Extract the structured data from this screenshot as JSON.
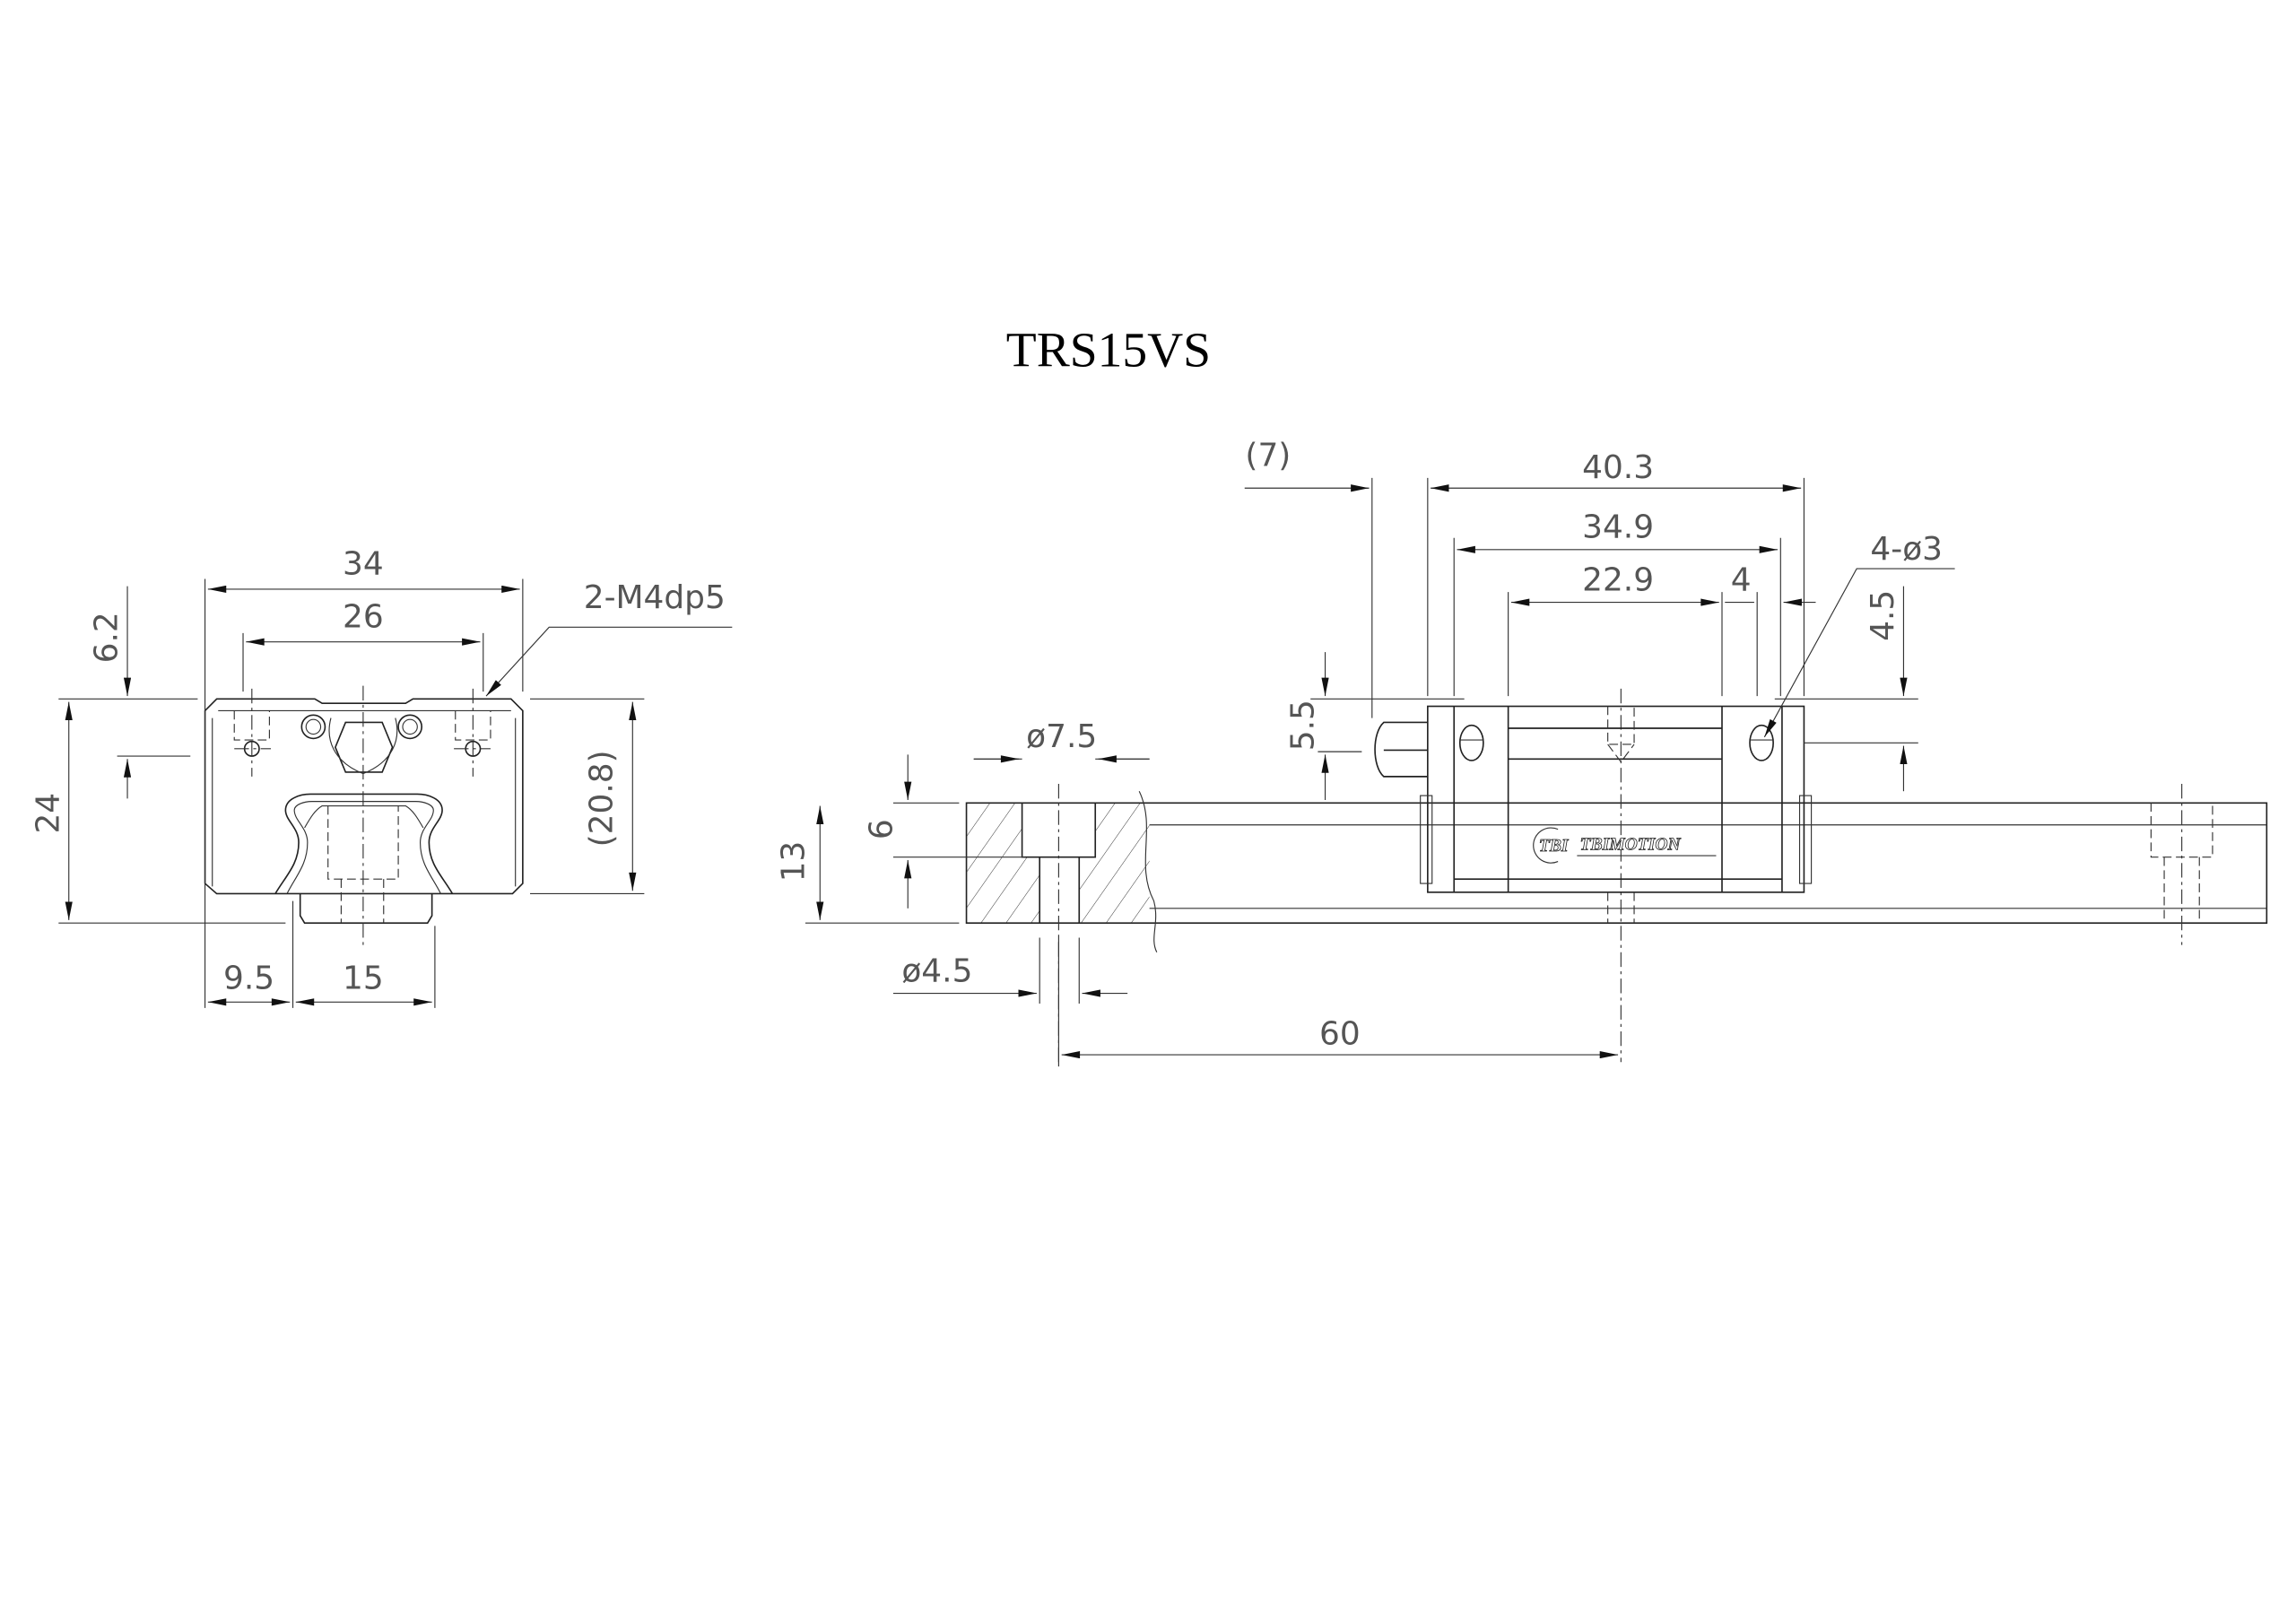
{
  "title": "TRS15VS",
  "front_view": {
    "width_34": "34",
    "hole_pitch_26": "26",
    "tap_callout": "2-M4dp5",
    "height_24": "24",
    "depth_6_2": "6.2",
    "height_20_8": "(20.8)",
    "offset_9_5": "9.5",
    "rail_width_15": "15"
  },
  "side_view": {
    "nipple_7": "(7)",
    "length_40_3": "40.3",
    "length_34_9": "34.9",
    "pitch_22_9": "22.9",
    "offset_4": "4",
    "holes_4_phi3": "4-ø3",
    "height_4_5": "4.5",
    "height_5_5": "5.5",
    "counterbore_7_5": "ø7.5",
    "counterbore_depth_6": "6",
    "rail_height_13": "13",
    "hole_4_5": "ø4.5",
    "rail_pitch_60": "60",
    "logo_text": "TBIMOTION",
    "logo_mark": "TBI"
  }
}
